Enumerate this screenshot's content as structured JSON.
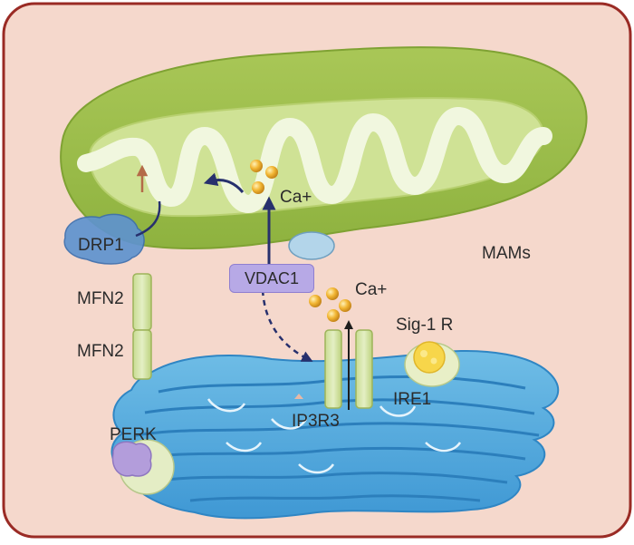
{
  "labels": {
    "drp1": "DRP1",
    "mfn2_upper": "MFN2",
    "mfn2_lower": "MFN2",
    "perk": "PERK",
    "vdac1": "VDAC1",
    "ca_mito": "Ca+",
    "ca_er": "Ca+",
    "mams": "MAMs",
    "sig1r": "Sig-1 R",
    "ire1": "IRE1",
    "ip3r3": "IP3R3"
  },
  "colors": {
    "frame_border": "#9a2b25",
    "cell_background": "#f5d8cc",
    "mitochondrion": "#9dbf4a",
    "mito_inner": "#dcebb0",
    "er": "#5fb2e0",
    "er_dark": "#2f86c4",
    "calcium": "#f0b330",
    "vdac1_pill": "#b7a9e6",
    "drp1_blob": "#5f93cf",
    "arrow_navy": "#27306d",
    "arrow_up": "#b46a48"
  },
  "icons": {
    "drp1": "protein-blob-icon",
    "perk": "protein-complex-icon",
    "sig1r": "protein-complex-icon",
    "vdac1_channel": "membrane-channel-icon",
    "calcium": "calcium-ion-icon",
    "increase": "arrow-up-icon"
  }
}
